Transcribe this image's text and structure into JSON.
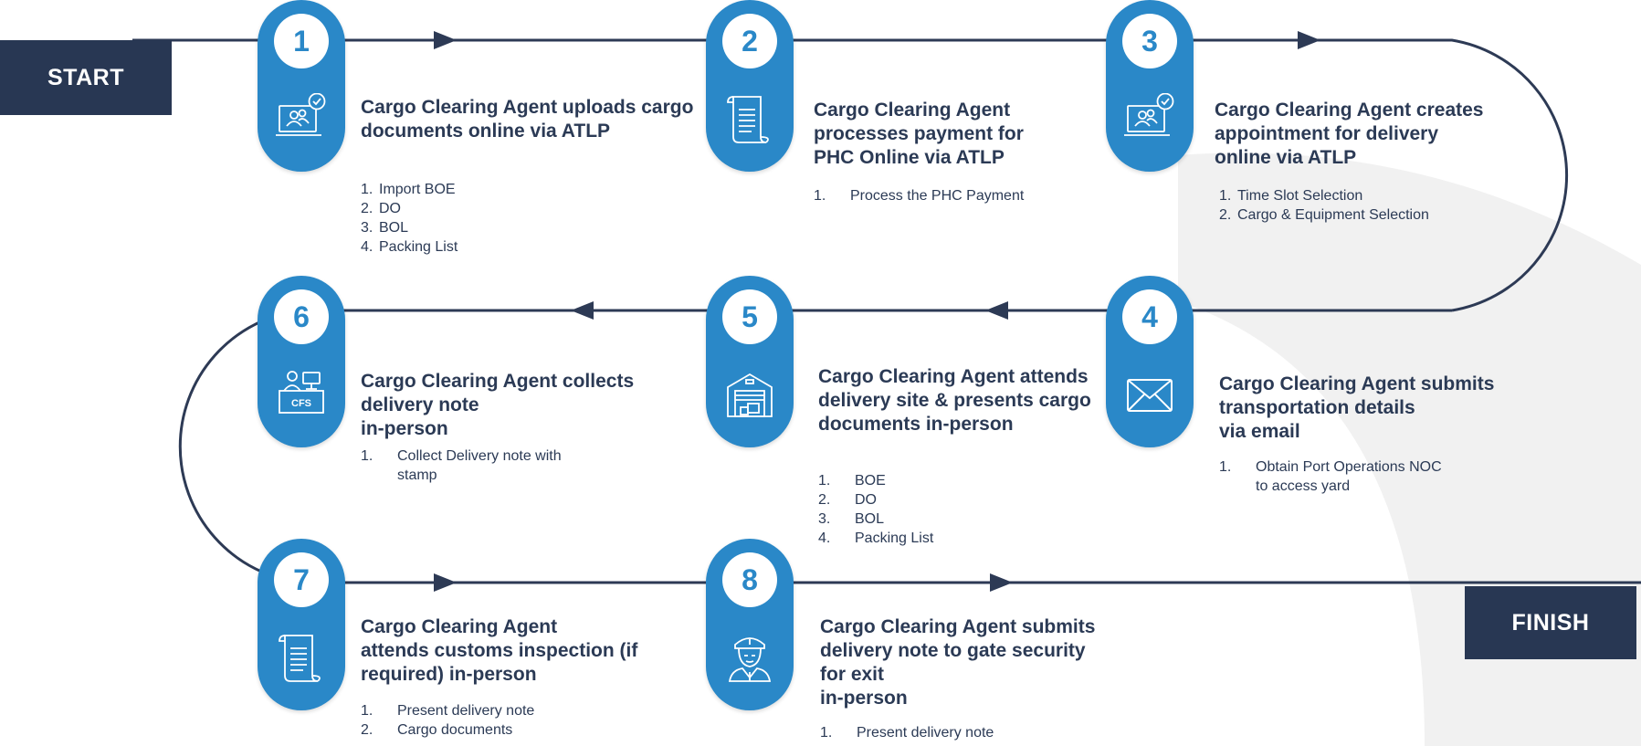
{
  "colors": {
    "navy": "#283753",
    "blue": "#2a88c8",
    "line": "#2d3a55",
    "arc": "#ededed"
  },
  "start_label": "START",
  "finish_label": "FINISH",
  "steps": [
    {
      "num": "1",
      "icon": "laptop-users-check-icon",
      "title": [
        "Cargo Clearing Agent uploads cargo",
        "documents online via ATLP"
      ],
      "list": [
        [
          "1.",
          "Import BOE"
        ],
        [
          "2.",
          "DO"
        ],
        [
          "3.",
          "BOL"
        ],
        [
          "4.",
          "Packing List"
        ]
      ]
    },
    {
      "num": "2",
      "icon": "scroll-document-icon",
      "title": [
        "Cargo Clearing Agent",
        "processes payment for",
        "PHC Online via ATLP"
      ],
      "list": [
        [
          "1.",
          "Process the PHC Payment"
        ]
      ]
    },
    {
      "num": "3",
      "icon": "laptop-users-check-icon",
      "title": [
        "Cargo Clearing Agent creates",
        "appointment for delivery",
        "online via ATLP"
      ],
      "list": [
        [
          "1.",
          "Time Slot Selection"
        ],
        [
          "2.",
          "Cargo & Equipment Selection"
        ]
      ]
    },
    {
      "num": "4",
      "icon": "envelope-icon",
      "title": [
        "Cargo Clearing Agent submits",
        "transportation details",
        "via email"
      ],
      "list": [
        [
          "1.",
          "Obtain Port Operations NOC"
        ],
        [
          "",
          "to access yard"
        ]
      ]
    },
    {
      "num": "5",
      "icon": "warehouse-icon",
      "title": [
        "Cargo Clearing Agent attends",
        "delivery site & presents cargo",
        "documents in-person"
      ],
      "list": [
        [
          "1.",
          "BOE"
        ],
        [
          "2.",
          "DO"
        ],
        [
          "3.",
          "BOL"
        ],
        [
          "4.",
          "Packing List"
        ]
      ]
    },
    {
      "num": "6",
      "icon": "cfs-desk-icon",
      "title": [
        "Cargo Clearing Agent collects",
        "delivery note",
        "in-person"
      ],
      "list": [
        [
          "1.",
          "Collect Delivery note with"
        ],
        [
          "",
          "stamp"
        ]
      ]
    },
    {
      "num": "7",
      "icon": "scroll-document-icon",
      "title": [
        "Cargo Clearing Agent",
        "attends customs inspection (if",
        "required) in-person"
      ],
      "list": [
        [
          "1.",
          "Present delivery note"
        ],
        [
          "2.",
          "Cargo documents"
        ]
      ]
    },
    {
      "num": "8",
      "icon": "security-guard-icon",
      "title": [
        "Cargo Clearing Agent submits",
        "delivery note to gate security",
        "for exit",
        "in-person"
      ],
      "list": [
        [
          "1.",
          "Present delivery note"
        ]
      ]
    }
  ],
  "cfs_text": "CFS"
}
